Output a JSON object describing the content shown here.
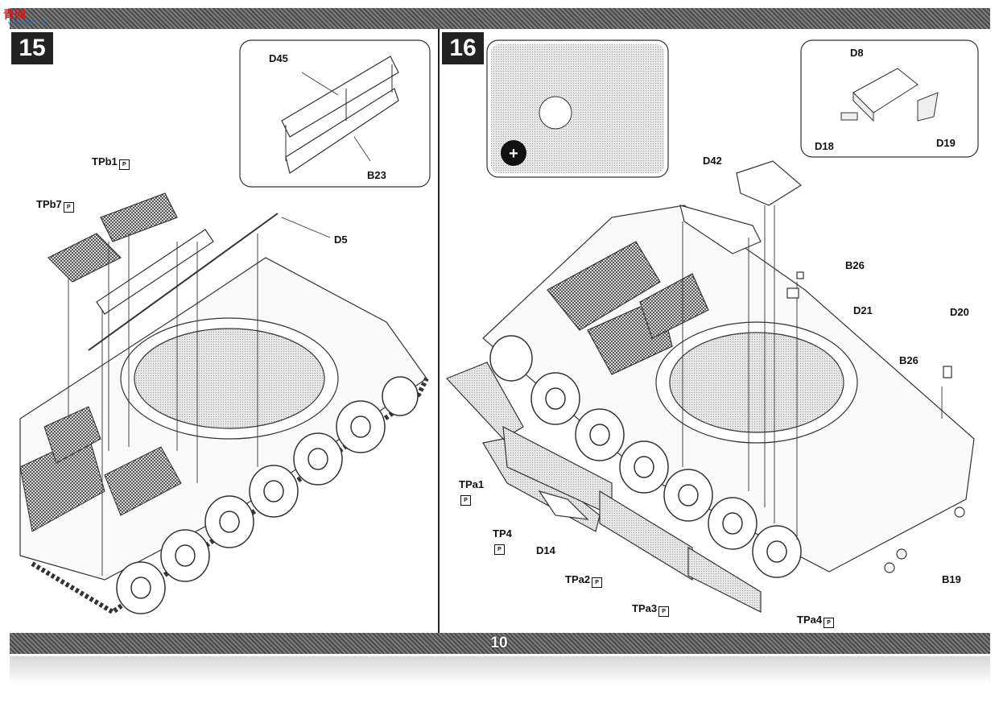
{
  "header": {
    "logo_text": "青网",
    "logo_sub": "www.qingmox.com"
  },
  "steps": {
    "left_step": "15",
    "right_step": "16"
  },
  "page_number": "10",
  "zoom_icon": "magnify-plus-icon",
  "parts": {
    "D45": "D45",
    "B23": "B23",
    "TPb1": "TPb1",
    "TPb7": "TPb7",
    "D5": "D5",
    "D8": "D8",
    "D18": "D18",
    "D19": "D19",
    "D42": "D42",
    "B26a": "B26",
    "D21": "D21",
    "D20": "D20",
    "B26b": "B26",
    "TPa1": "TPa1",
    "TP4": "TP4",
    "D14": "D14",
    "TPa2": "TPa2",
    "TPa3": "TPa3",
    "TPa4": "TPa4",
    "B19": "B19"
  },
  "photo_etch_flag": "P"
}
